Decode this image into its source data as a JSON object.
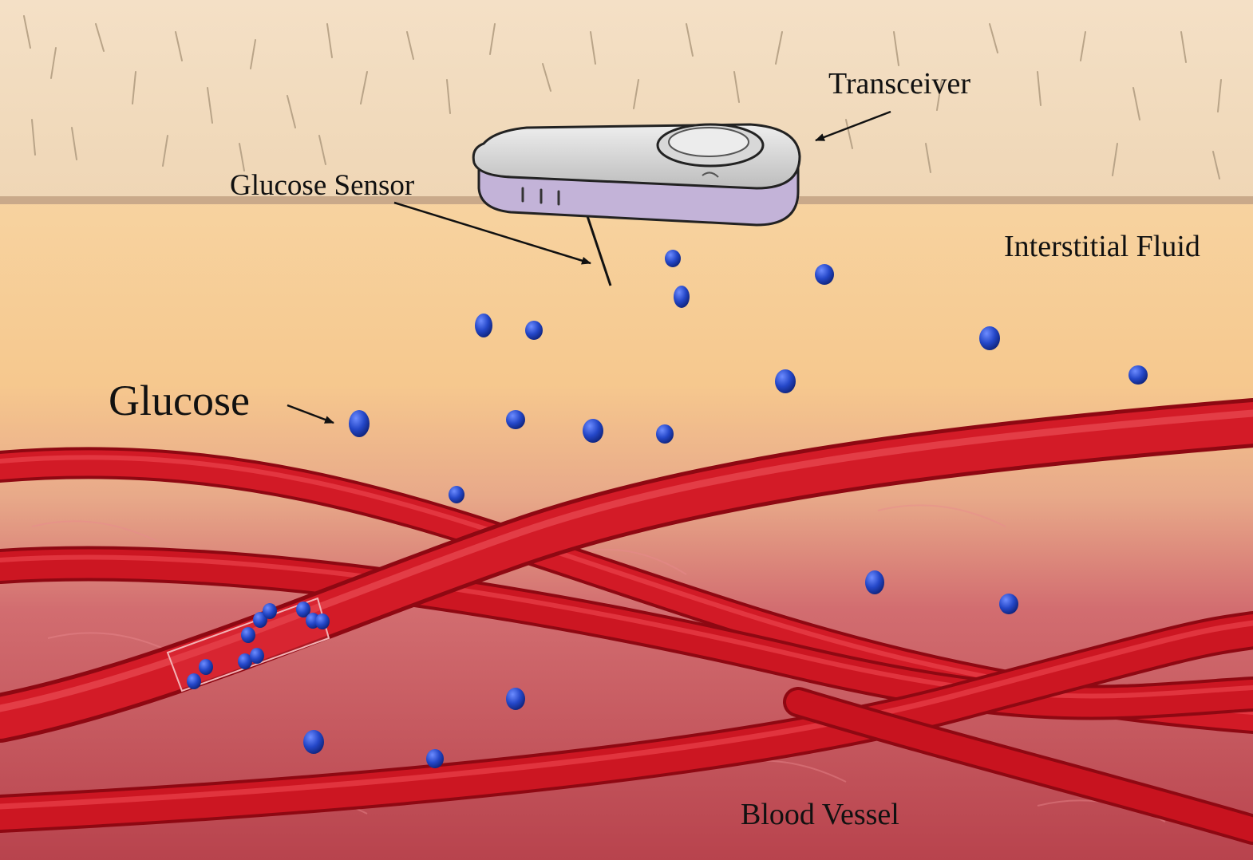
{
  "labels": {
    "transceiver": "Transceiver",
    "glucose_sensor": "Glucose Sensor",
    "interstitial_fluid": "Interstitial Fluid",
    "glucose": "Glucose",
    "blood_vessel": "Blood Vessel"
  },
  "colors": {
    "skin": "#f2dcc0",
    "interstitial_fluid": "#f5c98e",
    "tissue": "#c9555c",
    "vessel": "#c8131f",
    "glucose": "#1f3fb8",
    "transceiver_top": "#d4d4d4",
    "transceiver_side": "#c3b3d8"
  },
  "icons": {
    "device": "cgm-transceiver-icon",
    "molecule": "glucose-molecule-icon"
  }
}
